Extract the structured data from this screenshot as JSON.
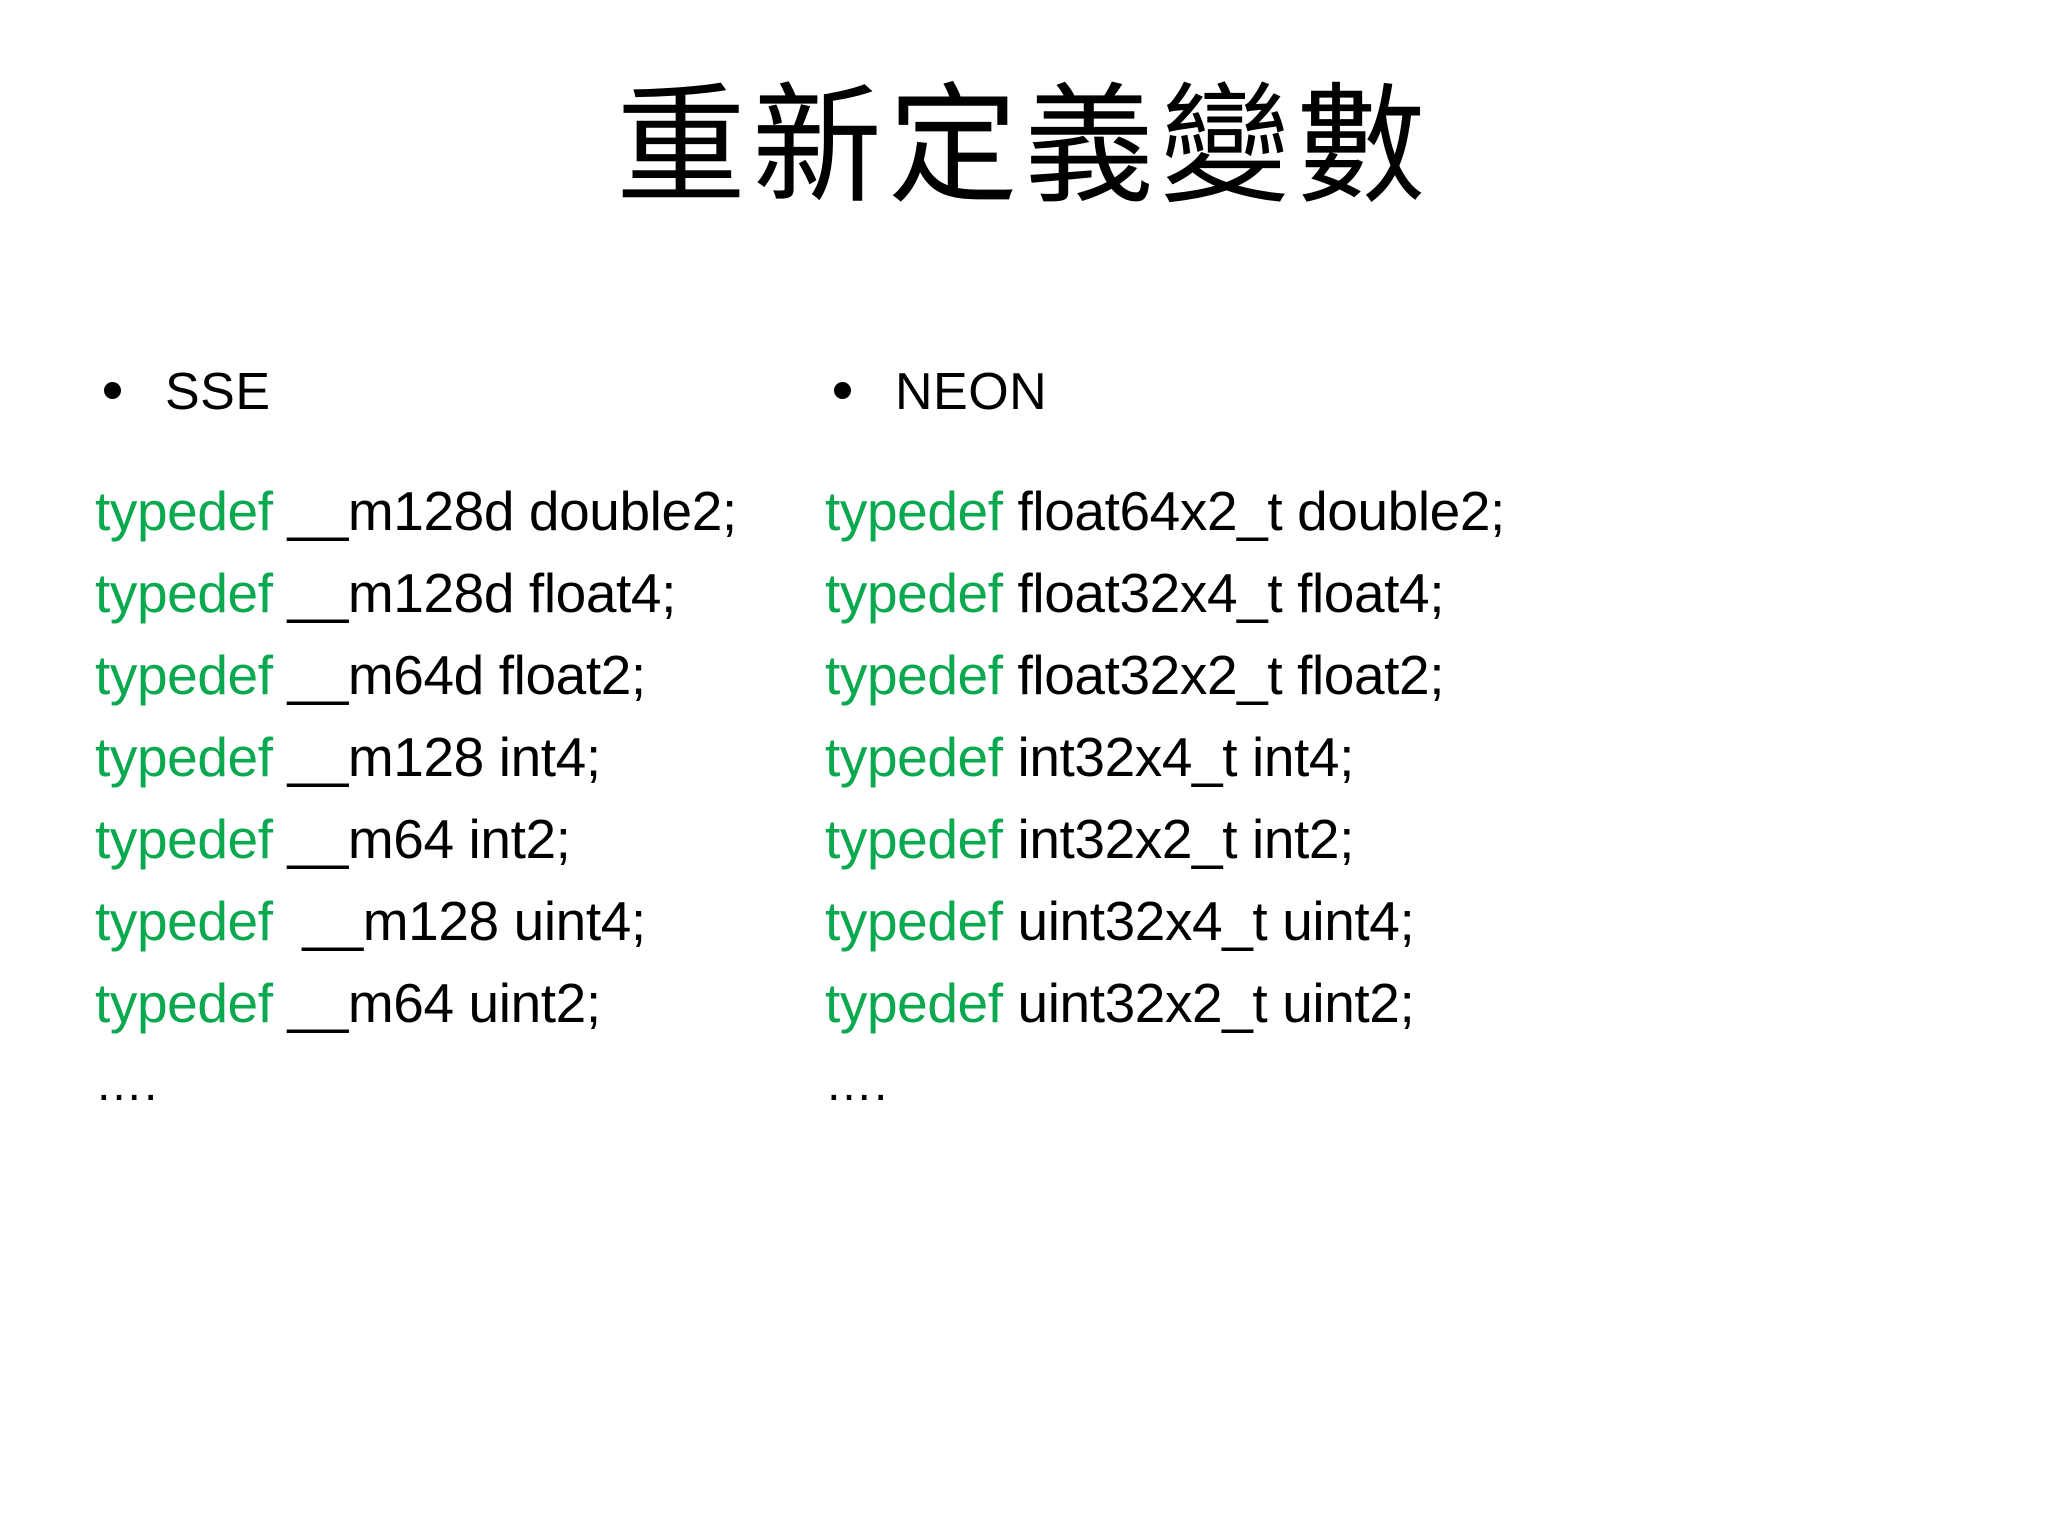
{
  "slide": {
    "title": "重新定義變數",
    "background_color": "#ffffff",
    "text_color": "#000000",
    "keyword_color": "#0AA94F",
    "bullet_glyph": "•"
  },
  "columns": [
    {
      "id": "sse",
      "bullet_label": "SSE",
      "lines": [
        {
          "keyword": "typedef",
          "rest": " __m128d double2;"
        },
        {
          "keyword": "typedef",
          "rest": " __m128d float4;"
        },
        {
          "keyword": "typedef",
          "rest": " __m64d float2;"
        },
        {
          "keyword": "typedef",
          "rest": " __m128 int4;"
        },
        {
          "keyword": "typedef",
          "rest": " __m64 int2;"
        },
        {
          "keyword": "typedef",
          "rest": "  __m128 uint4;"
        },
        {
          "keyword": "typedef",
          "rest": " __m64 uint2;"
        }
      ],
      "ellipsis": "…."
    },
    {
      "id": "neon",
      "bullet_label": "NEON",
      "lines": [
        {
          "keyword": "typedef",
          "rest": " float64x2_t double2;"
        },
        {
          "keyword": "typedef",
          "rest": " float32x4_t float4;"
        },
        {
          "keyword": "typedef",
          "rest": " float32x2_t float2;"
        },
        {
          "keyword": "typedef",
          "rest": " int32x4_t int4;"
        },
        {
          "keyword": "typedef",
          "rest": " int32x2_t int2;"
        },
        {
          "keyword": "typedef",
          "rest": " uint32x4_t uint4;"
        },
        {
          "keyword": "typedef",
          "rest": " uint32x2_t uint2;"
        }
      ],
      "ellipsis": "…."
    }
  ]
}
